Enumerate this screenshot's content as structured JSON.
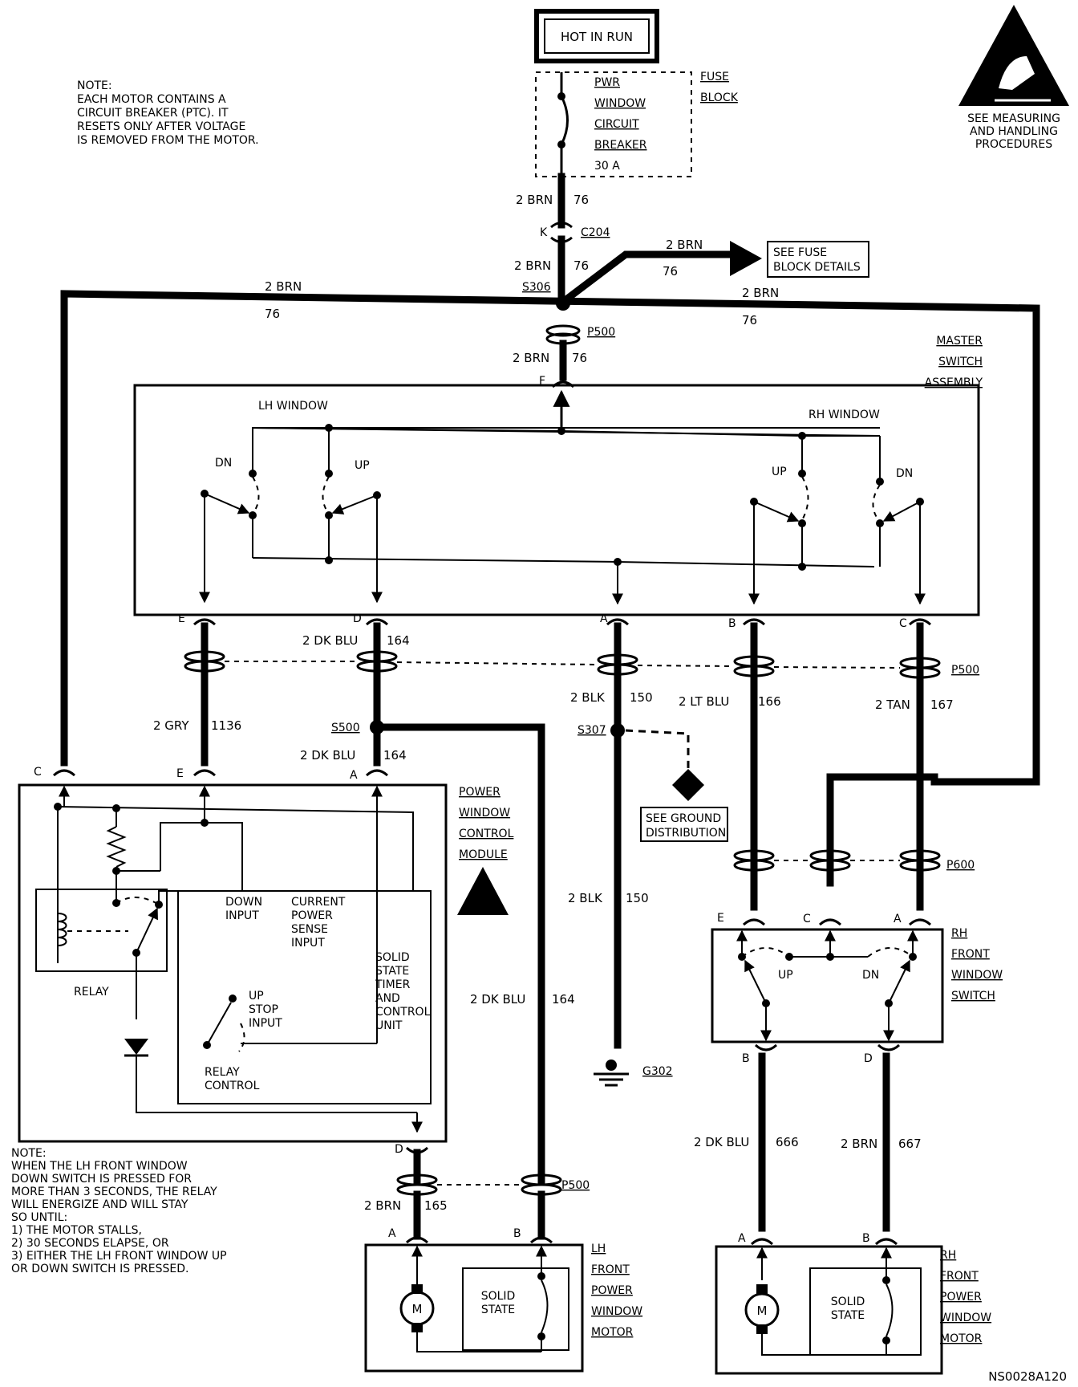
{
  "hot_in_run": "HOT IN RUN",
  "fuse": {
    "block": [
      "FUSE",
      "BLOCK"
    ],
    "breaker": [
      "PWR",
      "WINDOW",
      "CIRCUIT",
      "BREAKER",
      "30 A"
    ]
  },
  "note_top": [
    "NOTE:",
    "EACH MOTOR CONTAINS A",
    "CIRCUIT BREAKER (PTC). IT",
    "RESETS ONLY AFTER VOLTAGE",
    "IS REMOVED FROM THE MOTOR."
  ],
  "esd_note": [
    "SEE MEASURING",
    "AND HANDLING",
    "PROCEDURES"
  ],
  "see_fuse": [
    "SEE FUSE",
    "BLOCK DETAILS"
  ],
  "see_ground": [
    "SEE GROUND",
    "DISTRIBUTION"
  ],
  "wires": {
    "w76_size": "2 BRN",
    "w76_num": "76",
    "w164_size": "2 DK BLU",
    "w164_num": "164",
    "w1136_size": "2 GRY",
    "w1136_num": "1136",
    "w150_size": "2 BLK",
    "w150_num": "150",
    "w166_size": "2 LT BLU",
    "w166_num": "166",
    "w167_size": "2 TAN",
    "w167_num": "167",
    "w165_size": "2 BRN",
    "w165_num": "165",
    "w666_size": "2 DK BLU",
    "w666_num": "666",
    "w667_size": "2 BRN",
    "w667_num": "667"
  },
  "connectors": {
    "c204": "C204",
    "s306": "S306",
    "p500": "P500",
    "s500": "S500",
    "s307": "S307",
    "g302": "G302",
    "p600": "P600"
  },
  "pins": {
    "k": "K",
    "f": "F",
    "e": "E",
    "d": "D",
    "a": "A",
    "b": "B",
    "c": "C"
  },
  "master": {
    "name": [
      "MASTER",
      "SWITCH",
      "ASSEMBLY"
    ],
    "lh": "LH WINDOW",
    "rh": "RH WINDOW",
    "dn": "DN",
    "up": "UP"
  },
  "module": {
    "name": [
      "POWER",
      "WINDOW",
      "CONTROL",
      "MODULE"
    ],
    "relay": "RELAY",
    "down_input": [
      "DOWN",
      "INPUT"
    ],
    "current": [
      "CURRENT",
      "POWER",
      "SENSE",
      "INPUT"
    ],
    "solid": [
      "SOLID",
      "STATE",
      "TIMER",
      "AND",
      "CONTROL",
      "UNIT"
    ],
    "upstop": [
      "UP",
      "STOP",
      "INPUT"
    ],
    "relay_control": [
      "RELAY",
      "CONTROL"
    ]
  },
  "rh_switch": {
    "name": [
      "RH",
      "FRONT",
      "WINDOW",
      "SWITCH"
    ],
    "up": "UP",
    "dn": "DN"
  },
  "lh_motor": {
    "name": [
      "LH",
      "FRONT",
      "POWER",
      "WINDOW",
      "MOTOR"
    ],
    "m": "M",
    "solid": [
      "SOLID",
      "STATE"
    ]
  },
  "rh_motor": {
    "name": [
      "RH",
      "FRONT",
      "POWER",
      "WINDOW",
      "MOTOR"
    ],
    "m": "M",
    "solid": [
      "SOLID",
      "STATE"
    ]
  },
  "note_bottom": [
    "NOTE:",
    "WHEN THE LH FRONT WINDOW",
    "DOWN SWITCH IS PRESSED FOR",
    "MORE THAN  3 SECONDS, THE RELAY",
    "WILL ENERGIZE AND WILL STAY",
    "SO UNTIL:",
    "1)    THE MOTOR STALLS,",
    "2)    30 SECONDS ELAPSE, OR",
    "3)    EITHER THE LH FRONT WINDOW UP",
    "       OR DOWN SWITCH IS PRESSED."
  ],
  "figure_id": "NS0028A120"
}
